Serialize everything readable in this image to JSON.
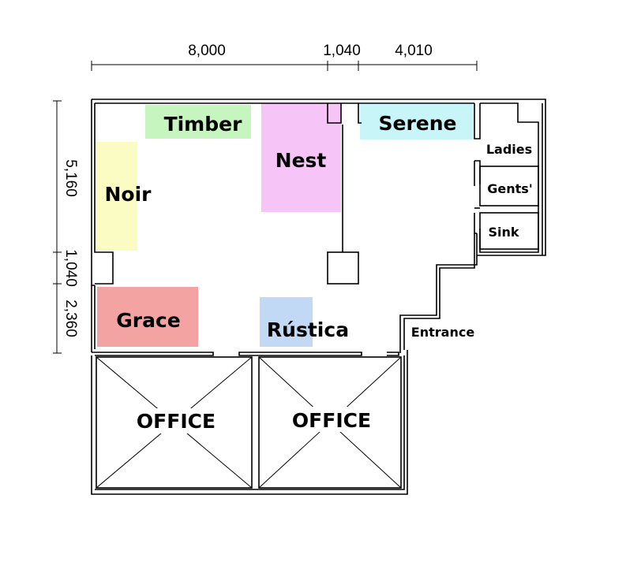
{
  "dimensions": {
    "top": [
      "8,000",
      "1,040",
      "4,010"
    ],
    "left": [
      "5,160",
      "1,040",
      "2,360"
    ]
  },
  "rooms": {
    "timber": {
      "label": "Timber",
      "color": "#c6f5c0"
    },
    "nest": {
      "label": "Nest",
      "color": "#f7c4f7"
    },
    "serene": {
      "label": "Serene",
      "color": "#c8f6f8"
    },
    "noir": {
      "label": "Noir",
      "color": "#fbfbc4"
    },
    "grace": {
      "label": "Grace",
      "color": "#f4a3a3"
    },
    "rustica": {
      "label": "Rústica",
      "color": "#c2d9f5"
    }
  },
  "facilities": {
    "ladies": "Ladies",
    "gents": "Gents'",
    "sink": "Sink",
    "entrance": "Entrance"
  },
  "offices": [
    "OFFICE",
    "OFFICE"
  ]
}
